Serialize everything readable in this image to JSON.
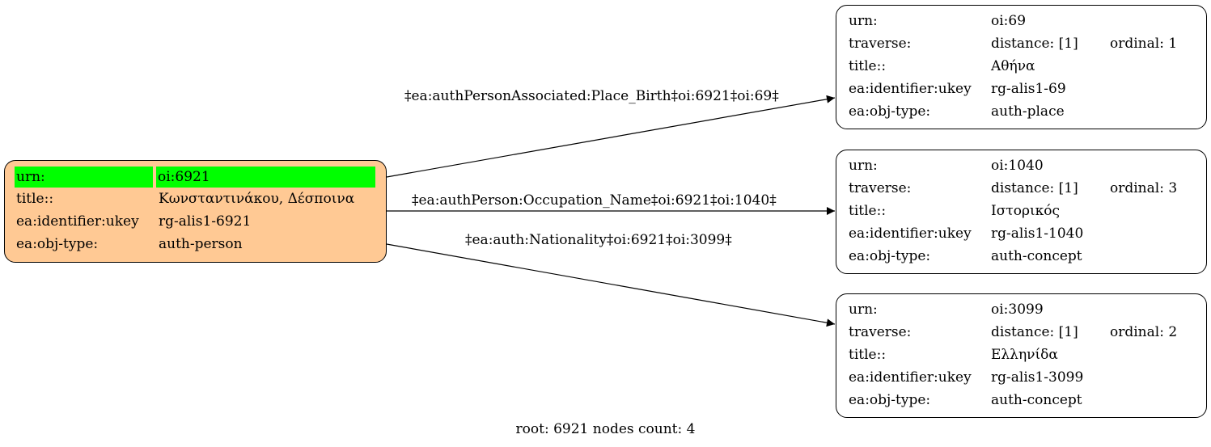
{
  "root": {
    "rows": [
      {
        "key": "urn:",
        "value": "oi:6921"
      },
      {
        "key": "title::",
        "value": "Κωνσταντινάκου, Δέσποινα"
      },
      {
        "key": "ea:identifier:ukey",
        "value": "rg-alis1-6921"
      },
      {
        "key": "ea:obj-type:",
        "value": "auth-person"
      }
    ],
    "fill": "#ffc994",
    "highlight": "#00ff00"
  },
  "targets": [
    {
      "urn_key": "urn:",
      "urn": "oi:69",
      "traverse_key": "traverse:",
      "distance": "distance: [1]",
      "ordinal": "ordinal: 1",
      "title_key": "title::",
      "title": "Αθήνα",
      "ukey_key": "ea:identifier:ukey",
      "ukey": "rg-alis1-69",
      "type_key": "ea:obj-type:",
      "type": "auth-place"
    },
    {
      "urn_key": "urn:",
      "urn": "oi:1040",
      "traverse_key": "traverse:",
      "distance": "distance: [1]",
      "ordinal": "ordinal: 3",
      "title_key": "title::",
      "title": "Ιστορικός",
      "ukey_key": "ea:identifier:ukey",
      "ukey": "rg-alis1-1040",
      "type_key": "ea:obj-type:",
      "type": "auth-concept"
    },
    {
      "urn_key": "urn:",
      "urn": "oi:3099",
      "traverse_key": "traverse:",
      "distance": "distance: [1]",
      "ordinal": "ordinal: 2",
      "title_key": "title::",
      "title": "Ελληνίδα",
      "ukey_key": "ea:identifier:ukey",
      "ukey": "rg-alis1-3099",
      "type_key": "ea:obj-type:",
      "type": "auth-concept"
    }
  ],
  "edges": [
    {
      "label": "‡ea:authPersonAssociated:Place_Birth‡oi:6921‡oi:69‡"
    },
    {
      "label": "‡ea:authPerson:Occupation_Name‡oi:6921‡oi:1040‡"
    },
    {
      "label": "‡ea:auth:Nationality‡oi:6921‡oi:3099‡"
    }
  ],
  "footer": "root: 6921 nodes count: 4"
}
